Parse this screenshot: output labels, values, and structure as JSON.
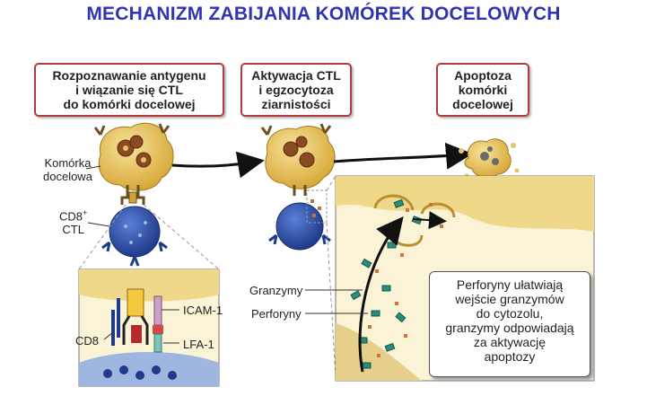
{
  "title": "MECHANIZM ZABIJANIA KOMÓREK DOCELOWYCH",
  "stages": [
    {
      "lines": [
        "Rozpoznawanie antygenu",
        "i wiązanie się CTL",
        "do komórki docelowej"
      ]
    },
    {
      "lines": [
        "Aktywacja CTL",
        "i egzocytoza",
        "ziarnistości"
      ]
    },
    {
      "lines": [
        "Apoptoza",
        "komórki",
        "docelowej"
      ]
    }
  ],
  "labels": {
    "target_cell_1": "Komórka",
    "target_cell_2": "docelowa",
    "cd8_ctl_1": "CD8",
    "cd8_ctl_sup": "+",
    "cd8_ctl_2": "CTL",
    "icam": "ICAM-1",
    "cd8": "CD8",
    "lfa": "LFA-1",
    "granzymes": "Granzymy",
    "perforins": "Perforyny"
  },
  "info_box": {
    "lines": [
      "Perforyny ułatwiają",
      "wejście granzymów",
      "do cytozolu,",
      "granzymy odpowiadają",
      "za aktywację",
      "apoptozy"
    ]
  },
  "colors": {
    "title": "#3034b0",
    "stage_border": "#b23a3a",
    "target_cell": "#e8c25a",
    "ctl_cell": "#2f4fa8",
    "granule": "#2a8c7a"
  }
}
